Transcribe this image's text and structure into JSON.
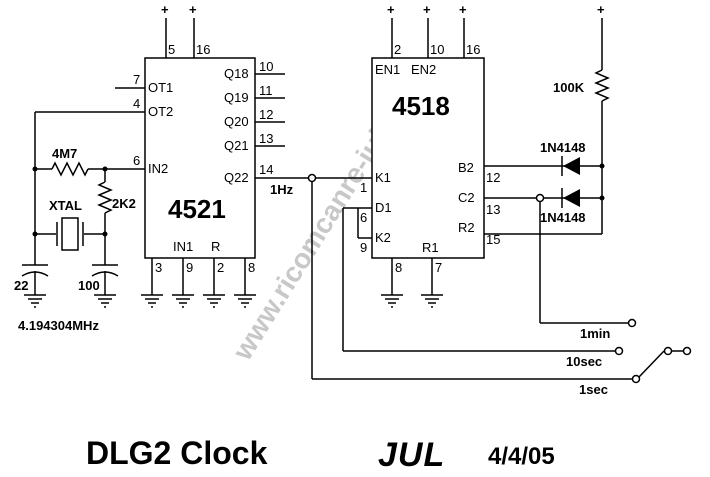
{
  "title": "DLG2 Clock",
  "logo": "JUL",
  "date": "4/4/05",
  "watermark": "www.ricomcanre-jul.com",
  "supply_symbol": "+",
  "chips": {
    "u1": {
      "name": "4521",
      "pins_left": [
        {
          "num": "7",
          "label": "OT1"
        },
        {
          "num": "4",
          "label": "OT2"
        },
        {
          "num": "6",
          "label": "IN2"
        }
      ],
      "pins_top": [
        {
          "num": "5"
        },
        {
          "num": "16"
        }
      ],
      "pins_right": [
        {
          "num": "10",
          "label": "Q18"
        },
        {
          "num": "11",
          "label": "Q19"
        },
        {
          "num": "12",
          "label": "Q20"
        },
        {
          "num": "13",
          "label": "Q21"
        },
        {
          "num": "14",
          "label": "Q22"
        }
      ],
      "pins_bottom": [
        {
          "num": "3"
        },
        {
          "num": "9"
        },
        {
          "num": "2"
        },
        {
          "num": "8"
        }
      ],
      "bottom_labels": [
        "IN1",
        "R"
      ]
    },
    "u2": {
      "name": "4518",
      "pins_top": [
        {
          "num": "2",
          "label": "EN1"
        },
        {
          "num": "10",
          "label": "EN2"
        },
        {
          "num": "16"
        }
      ],
      "pins_left": [
        {
          "num": "1",
          "label": "K1"
        },
        {
          "num": "6",
          "label": "D1"
        },
        {
          "num": "9",
          "label": "K2"
        }
      ],
      "pins_right": [
        {
          "num": "12",
          "label": "B2"
        },
        {
          "num": "13",
          "label": "C2"
        },
        {
          "num": "15",
          "label": "R2"
        }
      ],
      "pins_bottom": [
        {
          "num": "8"
        },
        {
          "num": "7",
          "label": "R1"
        }
      ]
    }
  },
  "components": {
    "r_4m7": "4M7",
    "r_2k2": "2K2",
    "xtal": "XTAL",
    "c1": "22",
    "c2": "100",
    "freq": "4.194304MHz",
    "r_100k": "100K",
    "d1": "1N4148",
    "d2": "1N4148",
    "net_1hz": "1Hz"
  },
  "outputs": [
    "1min",
    "10sec",
    "1sec"
  ]
}
